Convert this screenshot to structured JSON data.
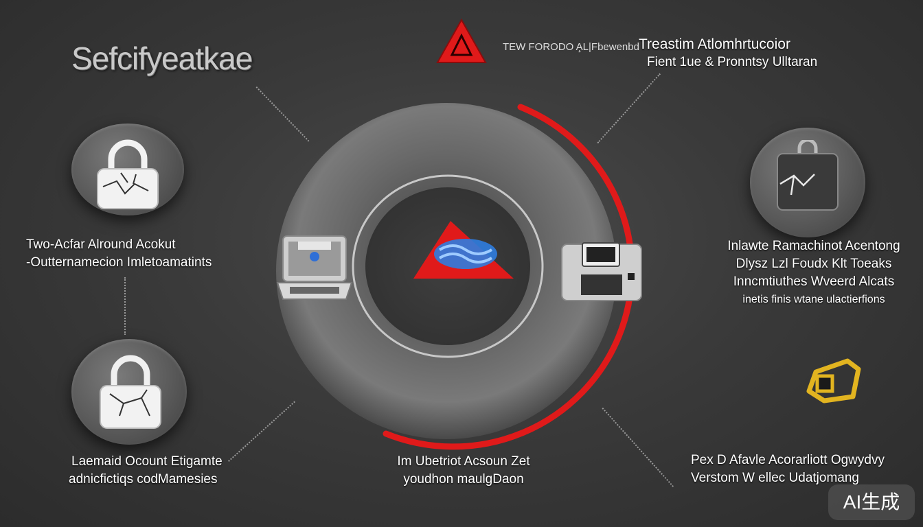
{
  "title": "Sefcifyeatkae",
  "top_caption_small": "TEW FORODO A̧L|Fbewenbd",
  "top_right": {
    "line1": "Treastim Atlomhrtucoior",
    "line2": "Fient 1ue & Pronntsy Ulltaran"
  },
  "left_top": {
    "line1": "Two-Acfar Alround Acokut",
    "line2": "-Outternamecion Imletoamatints"
  },
  "left_bottom": {
    "line1": "Laemaid Ocount Etigamte",
    "line2": "adnicfictiqs codMamesies"
  },
  "bottom_center": {
    "line1": "Im Ubetriot Acsoun Zet",
    "line2": "youdhon maulgDaon"
  },
  "right_mid": {
    "line1": "Inlawte Ramachinot Acentong",
    "line2": "Dlysz Lzl Foudx Klt Toeaks",
    "line3": "Inncmtiuthes Wveerd Alcats",
    "line4": "inetis finis wtane ulactierfions"
  },
  "bottom_right": {
    "line1": "Pex D Afavle Acorarliott Ogwydvy",
    "line2": "Verstom W ellec Udatjomang"
  },
  "badge": "AI生成",
  "colors": {
    "accent_red": "#e01a1a",
    "wave_blue": "#3a8ef0",
    "gold": "#e2b420"
  }
}
